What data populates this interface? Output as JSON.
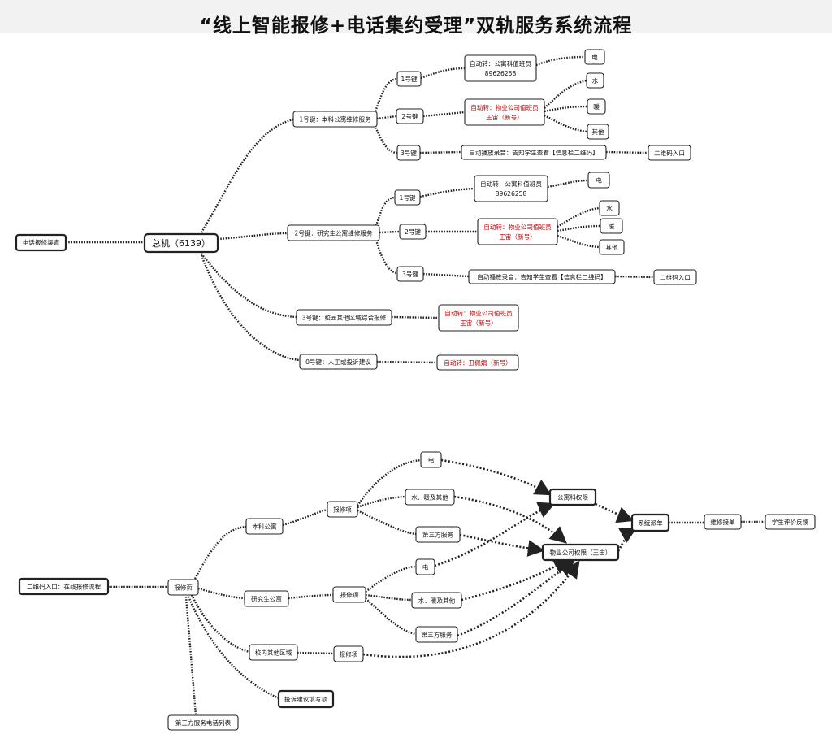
{
  "title": "“线上智能报修+电话集约受理”双轨服务系统流程",
  "phone": {
    "entry": "电话报修渠道",
    "hub": "总机（6139）",
    "key1": {
      "label": "1号键：本科公寓维修服务",
      "k1": "1号键",
      "k1_target": [
        "自动转：公寓科值班员",
        "89626258"
      ],
      "k1_leaf": "电",
      "k2": "2号键",
      "k2_target": [
        "自动转：物业公司值班员",
        "王宙（新号）"
      ],
      "k2_leaves": [
        "水",
        "暖",
        "其他"
      ],
      "k3": "3号键",
      "k3_target": "自动播放录音：告知学生查看【信息栏二维码】",
      "k3_leaf": "二维码入口"
    },
    "key2": {
      "label": "2号键：研究生公寓维修服务",
      "k1": "1号键",
      "k1_target": [
        "自动转：公寓科值班员",
        "89626258"
      ],
      "k1_leaf": "电",
      "k2": "2号键",
      "k2_target": [
        "自动转：物业公司值班员",
        "王宙（新号）"
      ],
      "k2_leaves": [
        "水",
        "暖",
        "其他"
      ],
      "k3": "3号键",
      "k3_target": "自动播放录音：告知学生查看【信息栏二维码】",
      "k3_leaf": "二维码入口"
    },
    "key3": {
      "label": "3号键：校园其他区域综合报修",
      "target": [
        "自动转：物业公司值班员",
        "王宙（新号）"
      ]
    },
    "key0": {
      "label": "0号键：人工或投诉建议",
      "target": "自动转：丑佩娟（新号）"
    }
  },
  "online": {
    "entry": "二维码入口：在线报修流程",
    "hub": "报修页",
    "undergrad": {
      "label": "本科公寓",
      "item": "报修项",
      "leaves": [
        "电",
        "水、暖及其他",
        "第三方服务"
      ]
    },
    "grad": {
      "label": "研究生公寓",
      "item": "报修项",
      "leaves": [
        "电",
        "水、暖及其他",
        "第三方服务"
      ]
    },
    "campus": {
      "label": "校内其他区域",
      "item": "报修项"
    },
    "complaint": "投诉建议填写项",
    "third_party_list": "第三方服务电话列表",
    "perm_office": "公寓科权限",
    "perm_property": "物业公司权限（王宙）",
    "dispatch": "系统派单",
    "receive": "维修接单",
    "feedback": "学生评价反馈"
  },
  "colors": {
    "red_text": "#c00000",
    "line": "#222222",
    "title_band": "#f2f2f2"
  }
}
